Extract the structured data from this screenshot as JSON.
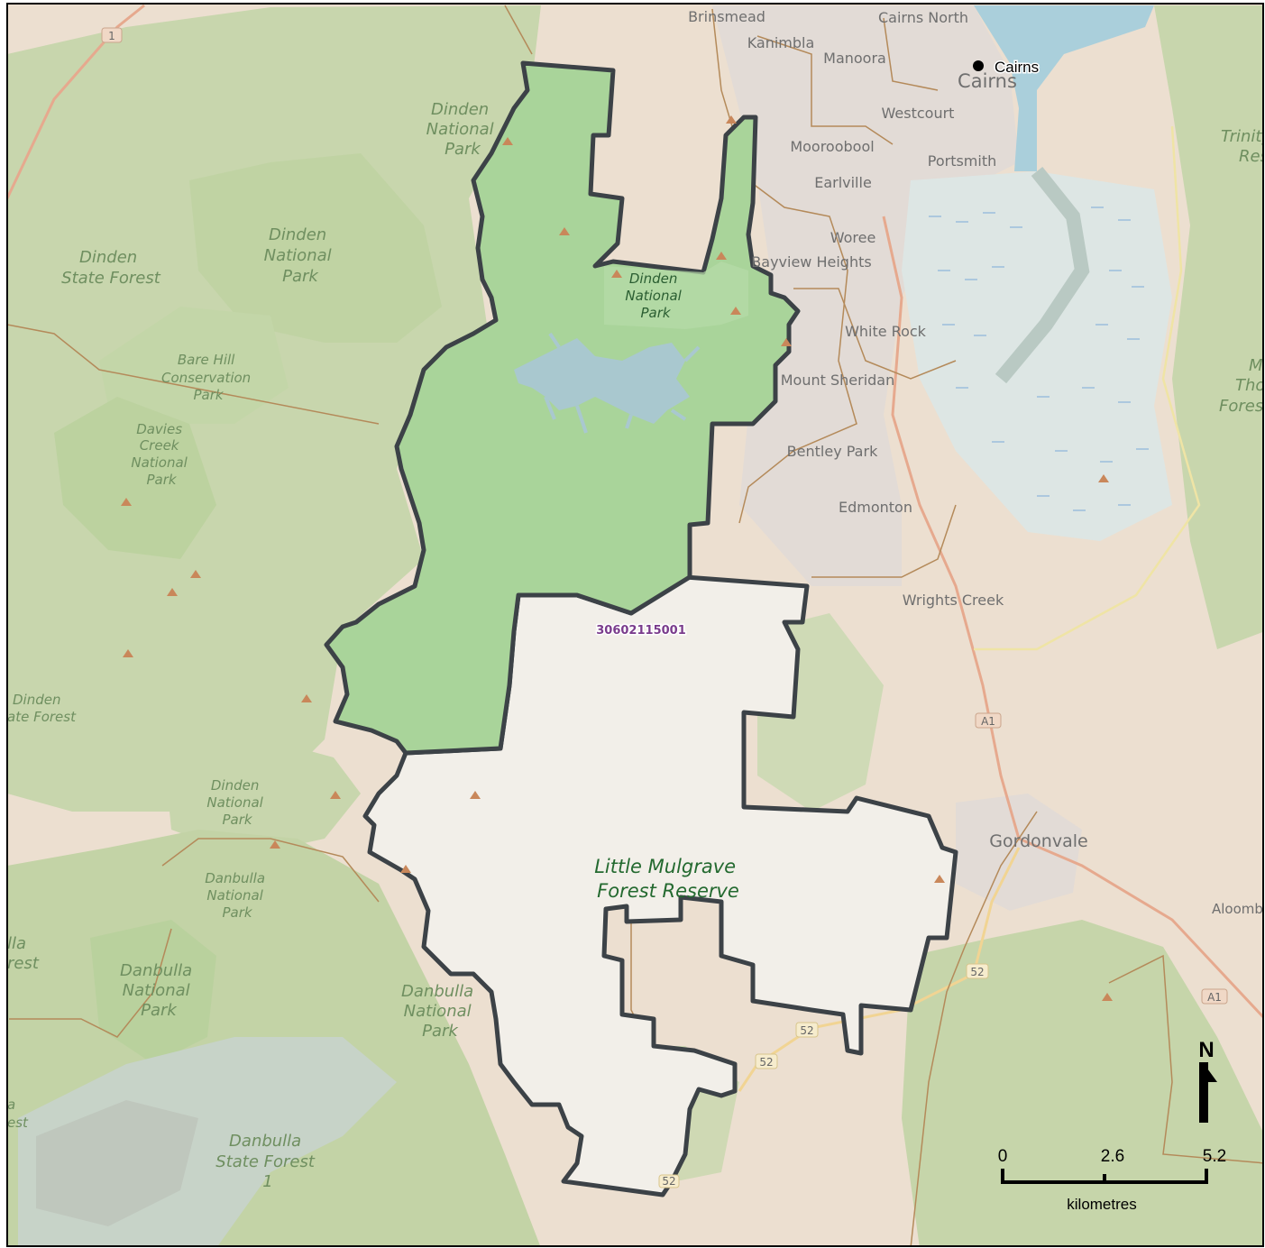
{
  "labels": {
    "localities": [
      "Brinsmead",
      "Kanimbla",
      "Manoora",
      "Cairns North",
      "Westcourt",
      "Mooroobool",
      "Portsmith",
      "Earlville",
      "Woree",
      "Bayview Heights",
      "White Rock",
      "Mount Sheridan",
      "Bentley Park",
      "Edmonton",
      "Wrights Creek",
      "Gordonvale",
      "Aloomba",
      "Cairns"
    ],
    "city_marker": "Cairns",
    "parks": {
      "dinden_np_top": [
        "Dinden",
        "National",
        "Park"
      ],
      "dinden_state_forest": [
        "Dinden",
        "State Forest"
      ],
      "dinden_np_mid": [
        "Dinden",
        "National",
        "Park"
      ],
      "dinden_np_inner": [
        "Dinden",
        "National",
        "Park"
      ],
      "bare_hill": [
        "Bare Hill",
        "Conservation",
        "Park"
      ],
      "davies_creek": [
        "Davies",
        "Creek",
        "National",
        "Park"
      ],
      "dinden_sf_left": [
        "Dinden",
        "ate Forest"
      ],
      "dinden_np_low": [
        "Dinden",
        "National",
        "Park"
      ],
      "danbulla_np_a": [
        "Danbulla",
        "National",
        "Park"
      ],
      "danbulla_np_b": [
        "Danbulla",
        "National",
        "Park"
      ],
      "danbulla_np_c": [
        "Danbulla",
        "National",
        "Park"
      ],
      "danbulla_sf": [
        "Danbulla",
        "State Forest",
        "1"
      ],
      "edge_left_1": [
        "lla",
        "rest"
      ],
      "edge_left_2": [
        "a",
        "est"
      ],
      "trinity": [
        "Trinity",
        "Res"
      ],
      "mt_thorn": [
        "Mt",
        "Tho",
        "Forest"
      ]
    },
    "reserve_name": [
      "Little Mulgrave",
      "Forest Reserve"
    ],
    "area_code": "30602115001",
    "roads": [
      "1",
      "A1",
      "A1",
      "52",
      "52",
      "52",
      "52"
    ]
  },
  "north_arrow": "N",
  "scale_bar": {
    "ticks": [
      "0",
      "2.6",
      "5.2"
    ],
    "unit": "kilometres"
  },
  "colors": {
    "background": "#ecdfd0",
    "forest": "#c8d6ad",
    "national_park": "#b8d59c",
    "water": "#aacfdb",
    "reserve_green": "#a9d49a",
    "reserve_plain": "#f2efe9",
    "outline": "#3c4247",
    "boundary": "#b48a5a",
    "urban": "#e3dcd6",
    "label_code": "#7a3c8c"
  }
}
